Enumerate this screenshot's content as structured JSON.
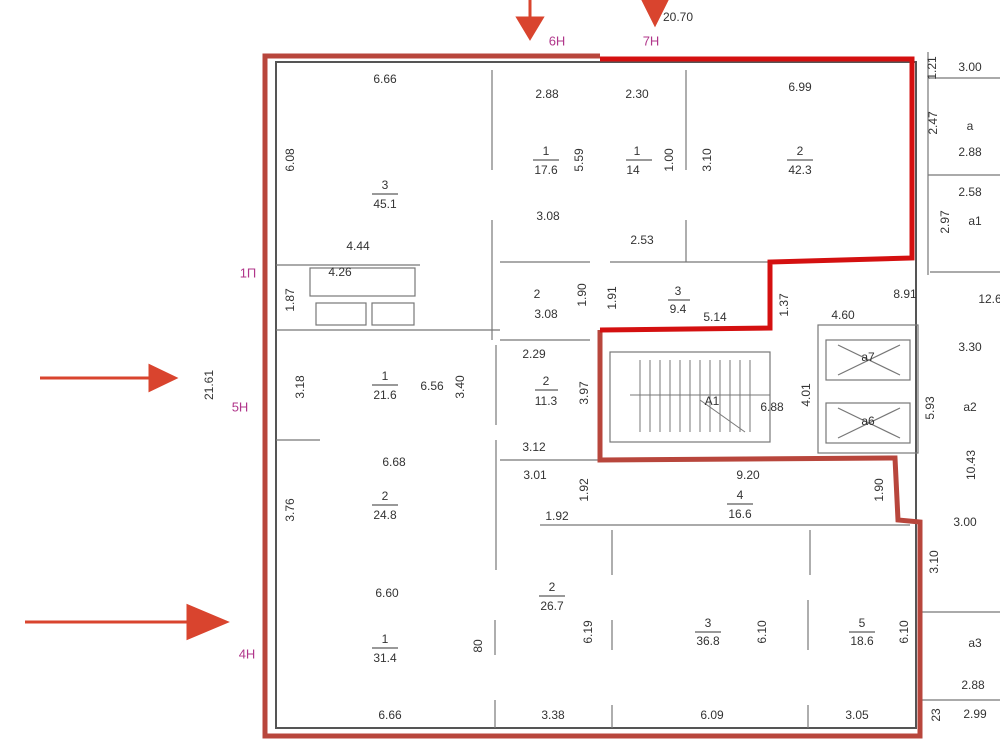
{
  "plan": {
    "total_width": "20.70",
    "total_height": "21.61",
    "axis_markers": {
      "m6": "6Н",
      "m7": "7Н",
      "m1p": "1П",
      "m5": "5Н",
      "m4": "4Н"
    },
    "rooms": [
      {
        "num": "3",
        "area": "45.1"
      },
      {
        "num": "1",
        "area": "17.6"
      },
      {
        "num": "1",
        "area": "14"
      },
      {
        "num": "2",
        "area": "42.3"
      },
      {
        "num": "2",
        "area": ""
      },
      {
        "num": "3",
        "area": "9.4"
      },
      {
        "num": "1",
        "area": "21.6"
      },
      {
        "num": "2",
        "area": "11.3"
      },
      {
        "num": "2",
        "area": "24.8"
      },
      {
        "num": "4",
        "area": "16.6"
      },
      {
        "num": "2",
        "area": "26.7"
      },
      {
        "num": "1",
        "area": "31.4"
      },
      {
        "num": "3",
        "area": "36.8"
      },
      {
        "num": "5",
        "area": "18.6"
      }
    ],
    "dims": [
      "6.66",
      "2.88",
      "2.30",
      "6.99",
      "6.08",
      "5.59",
      "1.00",
      "3.10",
      "3.08",
      "2.53",
      "4.44",
      "4.26",
      "1.87",
      "1.90",
      "1.91",
      "3.08",
      "5.14",
      "1.37",
      "4.60",
      "2.29",
      "6.56",
      "3.40",
      "3.18",
      "3.97",
      "6.88",
      "4.01",
      "3.12",
      "6.68",
      "3.01",
      "9.20",
      "1.92",
      "1.92",
      "3.76",
      "1.90",
      "6.60",
      "80",
      "6.19",
      "6.10",
      "6.10",
      "6.66",
      "3.38",
      "6.09",
      "3.05"
    ],
    "stair_label": "А1",
    "shafts": [
      "а7",
      "а6"
    ],
    "right_side": [
      "1.21",
      "3.00",
      "а",
      "2.47",
      "2.88",
      "2.58",
      "а1",
      "2.97",
      "8.91",
      "12.6",
      "3.30",
      "а2",
      "5.93",
      "10.43",
      "3.00",
      "3.10",
      "а3",
      "2.88",
      "2.99",
      "23"
    ]
  },
  "colors": {
    "highlight_red": "#d41010",
    "outline_brown": "#b8463c",
    "arrow": "#d9442e",
    "marker": "#b0358a"
  }
}
